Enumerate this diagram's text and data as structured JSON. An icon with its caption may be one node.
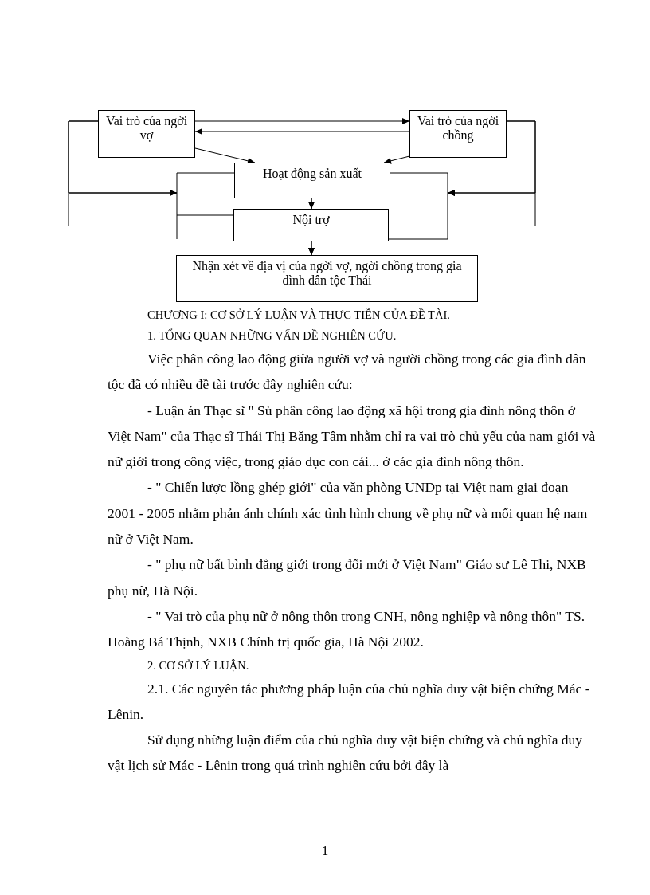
{
  "diagram": {
    "nodes": [
      {
        "text": [
          "Vai trò của ngời vợ"
        ]
      },
      {
        "text": [
          "Vai trò của ngời chồng"
        ]
      },
      {
        "text": [
          "Hoạt động sản xuất"
        ]
      },
      {
        "text": [
          "Nội trợ"
        ]
      },
      {
        "text": [
          "Nhận xét về địa vị của ngời vợ, ngời chồng trong gia đình dân tộc Thái"
        ]
      }
    ],
    "edges": [
      {
        "from": 0,
        "to": 1,
        "arrow": "to"
      },
      {
        "from": 1,
        "to": 0,
        "arrow": "to"
      },
      {
        "from": 0,
        "to": 2,
        "arrow": "to"
      },
      {
        "from": 1,
        "to": 2,
        "arrow": "to"
      },
      {
        "from": 2,
        "to": 3,
        "arrow": "to"
      },
      {
        "from": 3,
        "to": 4,
        "arrow": "to"
      },
      {
        "from": 0,
        "to": 2,
        "arrow": "to"
      },
      {
        "from": 0,
        "to": 3,
        "arrow": "to"
      },
      {
        "from": 1,
        "to": 2,
        "arrow": "to"
      },
      {
        "from": 1,
        "to": 3,
        "arrow": "to"
      }
    ],
    "labels": [
      "CHƯƠNG I: CƠ SỞ LÝ LUẬN VÀ THỰC TIỄN CỦA ĐỀ TÀI.",
      "1. TỔNG QUAN NHỮNG VẤN ĐỀ NGHIÊN CỨU.",
      "Việc phân công lao động giữa người vợ và người chồng trong các gia đình dân tộc đã có nhiều đề tài trước đây nghiên cứu:",
      "- Luận án Thạc sĩ \" Sù phân công lao động xã hội trong gia đình nông thôn ở Việt Nam\" của Thạc sĩ Thái Thị Băng Tâm nhằm chỉ ra vai trò chủ yếu của nam giới và nữ giới trong công việc, trong giáo dục con cái... ở các gia đình nông thôn.",
      "- \" Chiến lược lồng ghép giới\" của văn phòng UNDp tại Việt nam giai đoạn 2001 - 2005 nhằm phản ánh chính xác tình hình chung về phụ nữ và mối quan hệ nam nữ ở Việt Nam.",
      "- \" phụ nữ bất bình đẳng giới trong đổi mới ở Việt Nam\" Giáo sư Lê Thi, NXB phụ nữ, Hà Nội.",
      "- \" Vai trò của phụ nữ ở nông thôn trong CNH, nông nghiệp và nông thôn\" TS. Hoàng Bá Thịnh, NXB Chính trị quốc gia, Hà Nội 2002.",
      "2. CƠ SỞ LÝ LUẬN.",
      "2.1. Các nguyên tắc phương pháp luận của chủ nghĩa duy vật biện chứng Mác - Lênin.",
      "Sử dụng những luận điểm của chủ nghĩa duy vật biện chứng và chủ nghĩa duy vật lịch sử Mác - Lênin trong quá trình nghiên cứu bởi đây là",
      "1"
    ]
  }
}
